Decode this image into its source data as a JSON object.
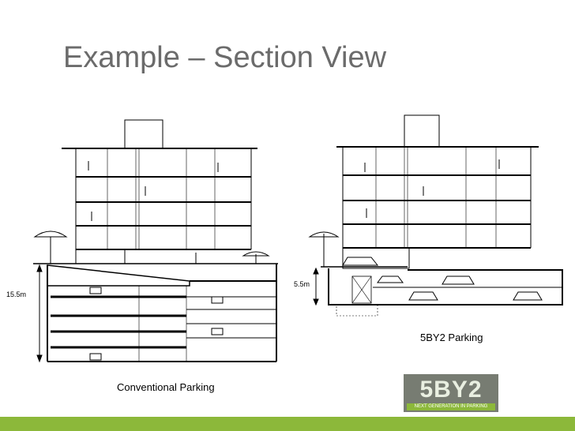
{
  "slide": {
    "title": "Example – Section View"
  },
  "conventional": {
    "caption": "Conventional Parking",
    "height_label": "15.5m"
  },
  "fivebytwo": {
    "caption": "5BY2 Parking",
    "height_label": "5.5m"
  },
  "logo": {
    "name": "5BY2",
    "tagline": "NEXT GENERATION IN PARKING",
    "accent_color": "#8cb83a",
    "box_color": "#777c72"
  }
}
